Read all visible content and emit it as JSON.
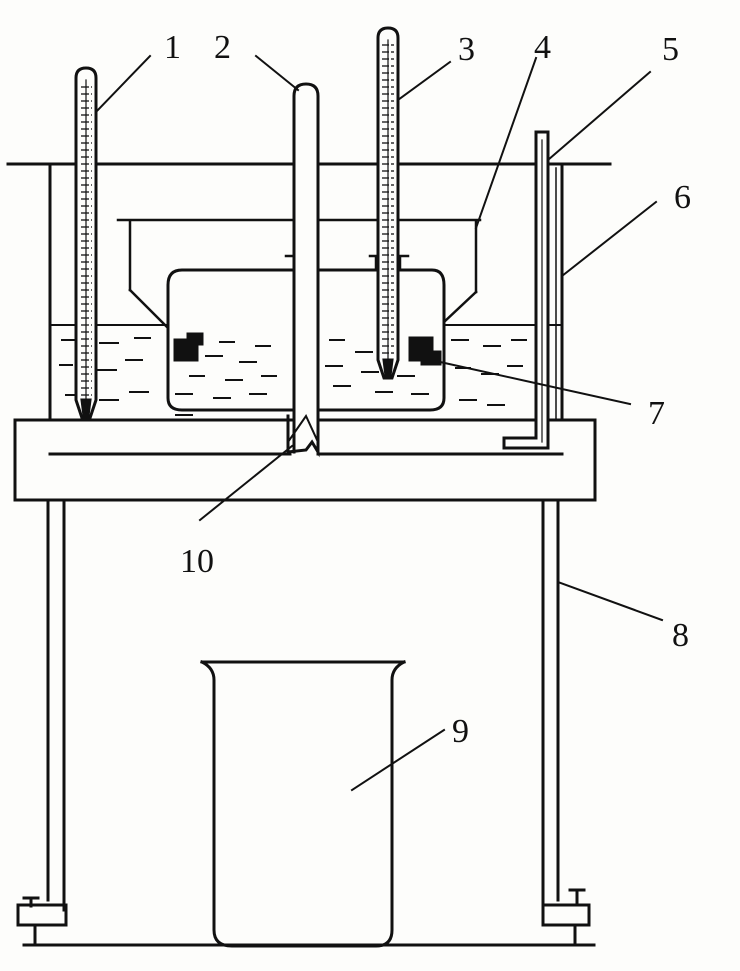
{
  "labels": {
    "l1": "1",
    "l2": "2",
    "l3": "3",
    "l4": "4",
    "l5": "5",
    "l6": "6",
    "l7": "7",
    "l8": "8",
    "l9": "9",
    "l10": "10"
  },
  "colors": {
    "ink": "#111111",
    "paper": "#fdfdfb"
  }
}
